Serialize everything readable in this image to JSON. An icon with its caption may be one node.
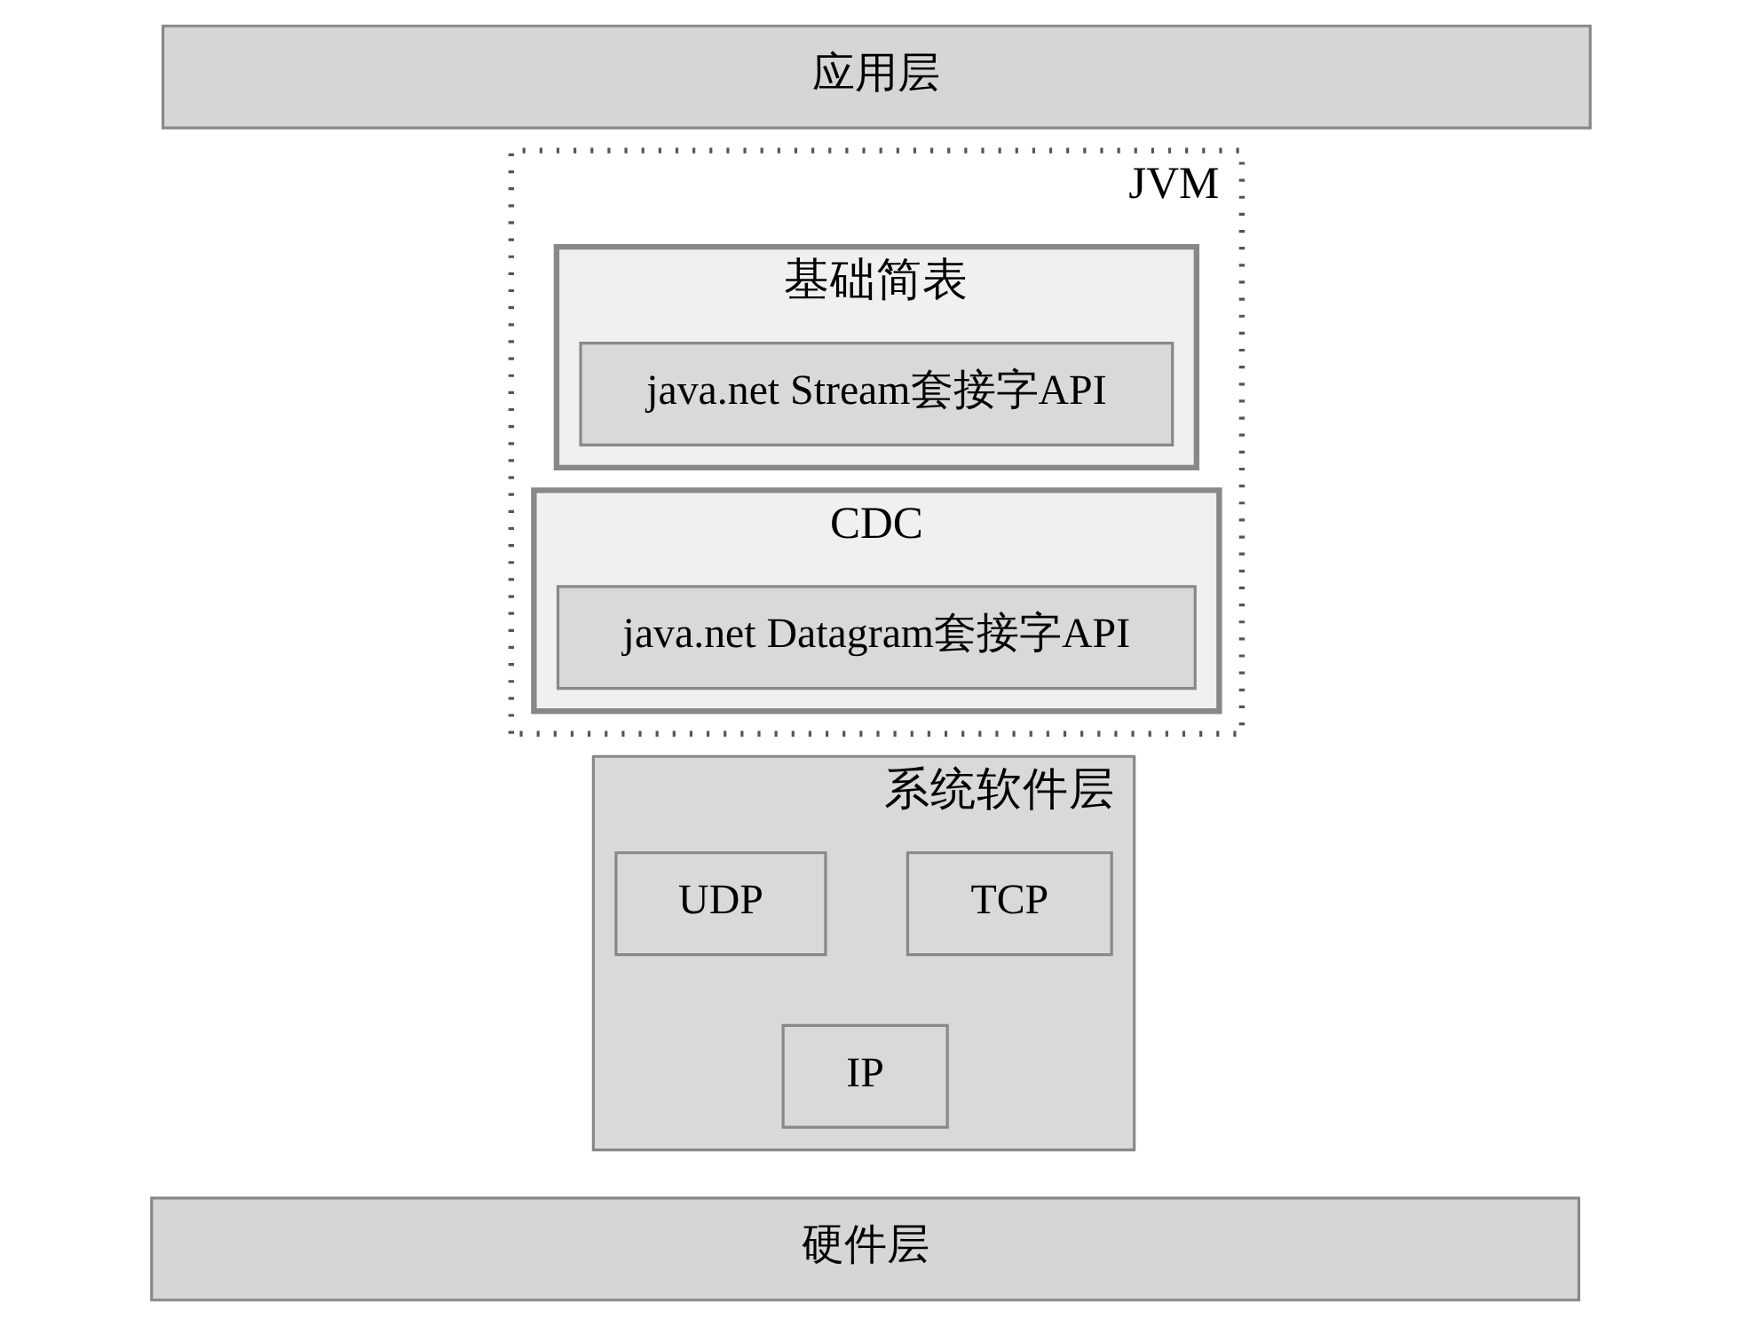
{
  "diagram": {
    "nodes": [
      {
        "text": [
          "应用层"
        ]
      },
      {
        "text": [
          "系统软件层"
        ]
      },
      {
        "text": [
          "JVM"
        ]
      },
      {
        "text": [
          "基础简表"
        ],
        "in": 2
      },
      {
        "text": [
          "java.net Stream套接字API"
        ],
        "in": 3
      },
      {
        "text": [
          "CDC"
        ],
        "in": 2
      },
      {
        "text": [
          "java.net Datagram套接字API"
        ],
        "in": 5
      },
      {
        "text": [
          "TCP"
        ],
        "in": 1
      },
      {
        "text": [
          "UDP"
        ],
        "in": 1
      },
      {
        "text": [
          "IP"
        ],
        "in": 1
      },
      {
        "text": [
          "硬件层"
        ]
      }
    ]
  }
}
